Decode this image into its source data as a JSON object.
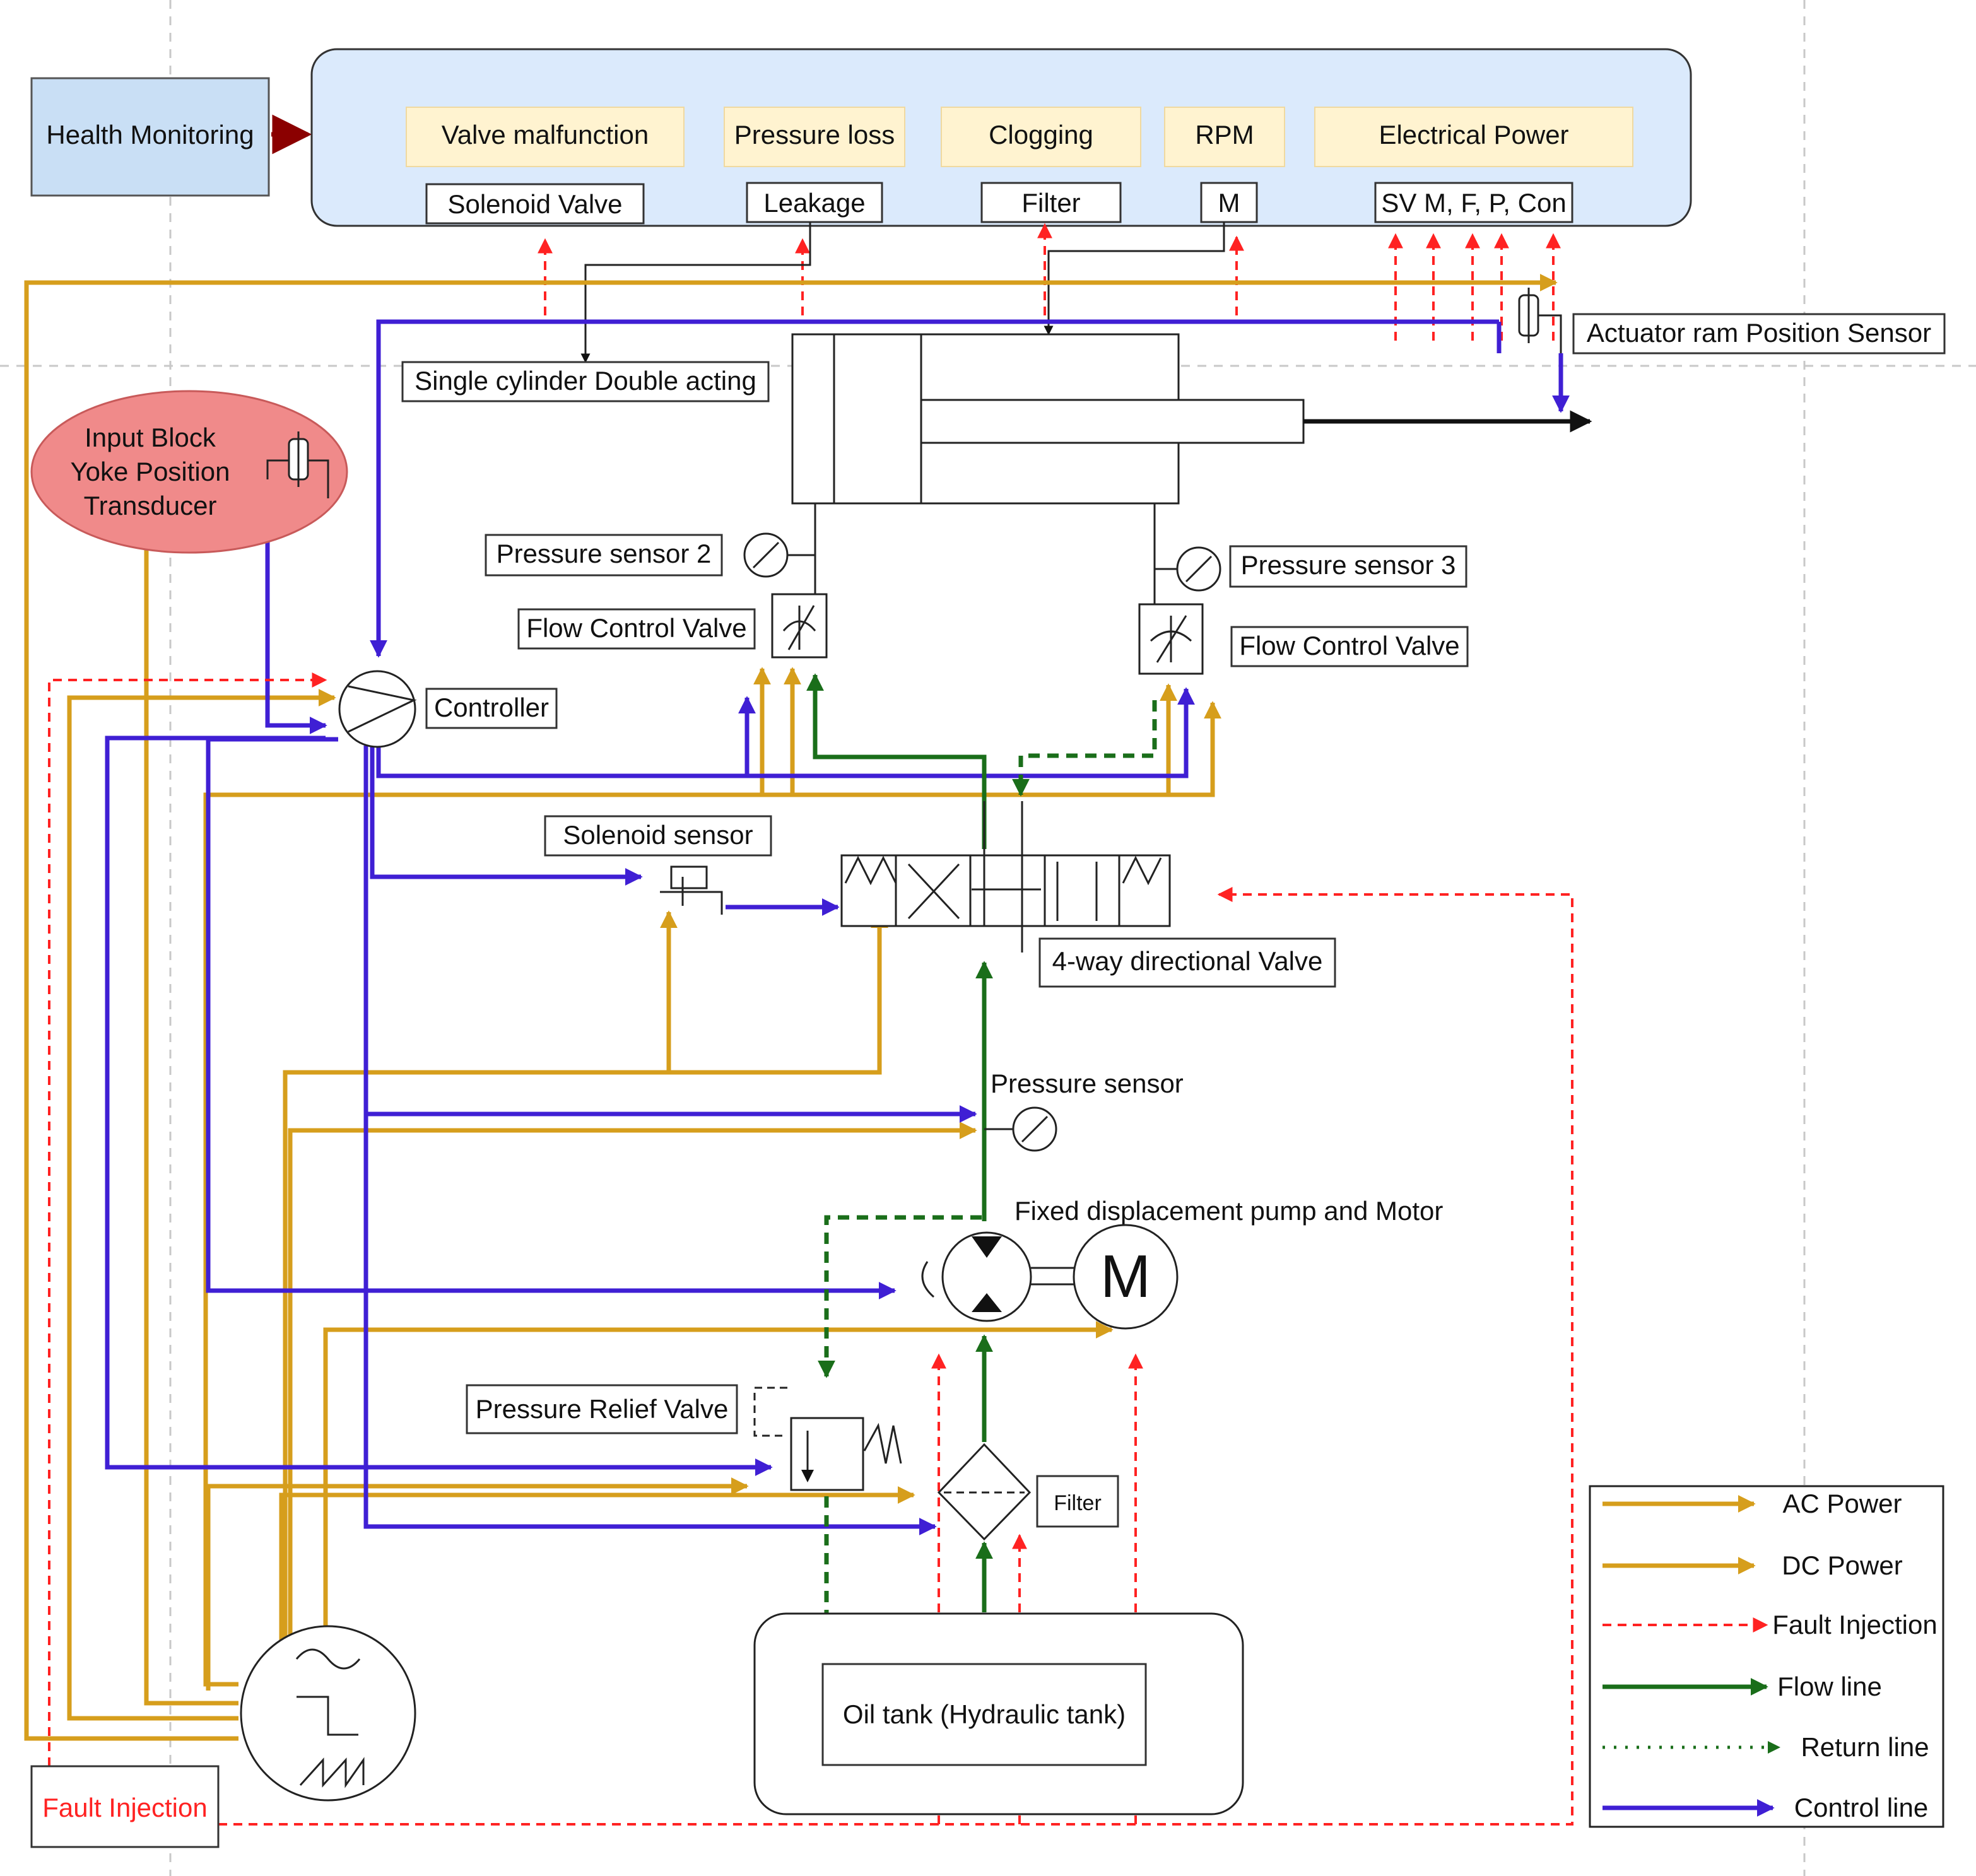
{
  "health_monitoring": {
    "title": "Health Monitoring",
    "faults": [
      {
        "fault": "Valve malfunction",
        "component": "Solenoid Valve"
      },
      {
        "fault": "Pressure loss",
        "component": "Leakage"
      },
      {
        "fault": "Clogging",
        "component": "Filter"
      },
      {
        "fault": "RPM",
        "component": "M"
      },
      {
        "fault": "Electrical Power",
        "component": "SV M, F, P, Con"
      }
    ]
  },
  "labels": {
    "actuator_sensor": "Actuator ram Position Sensor",
    "cylinder": "Single cylinder Double acting",
    "input_block": [
      "Input Block",
      "Yoke  Position",
      "Transducer"
    ],
    "pressure_sensor_2": "Pressure sensor 2",
    "pressure_sensor_3": "Pressure sensor 3",
    "flow_control_left": "Flow Control Valve",
    "flow_control_right": "Flow Control Valve",
    "controller": "Controller",
    "solenoid_sensor": "Solenoid sensor",
    "directional_valve": "4-way directional Valve",
    "pressure_sensor": "Pressure sensor",
    "pump_motor": "Fixed displacement pump and Motor",
    "motor_symbol": "M",
    "relief_valve": "Pressure Relief Valve",
    "filter": "Filter",
    "oil_tank": "Oil tank (Hydraulic tank)",
    "fault_injection": "Fault Injection"
  },
  "legend": [
    {
      "label": "AC Power",
      "style": "ac"
    },
    {
      "label": "DC Power",
      "style": "ac"
    },
    {
      "label": "Fault Injection",
      "style": "fault"
    },
    {
      "label": "Flow line",
      "style": "flow"
    },
    {
      "label": "Return line",
      "style": "return"
    },
    {
      "label": "Control line",
      "style": "control"
    }
  ],
  "colors": {
    "ac_power": "#d69e1c",
    "control": "#3f1fd4",
    "flow": "#1a6e1a",
    "fault": "#ff2222",
    "panel": "#dbeafc",
    "fault_box": "#fff3d0",
    "health_box": "#c9dff5",
    "input_block": "#f08a8a"
  }
}
